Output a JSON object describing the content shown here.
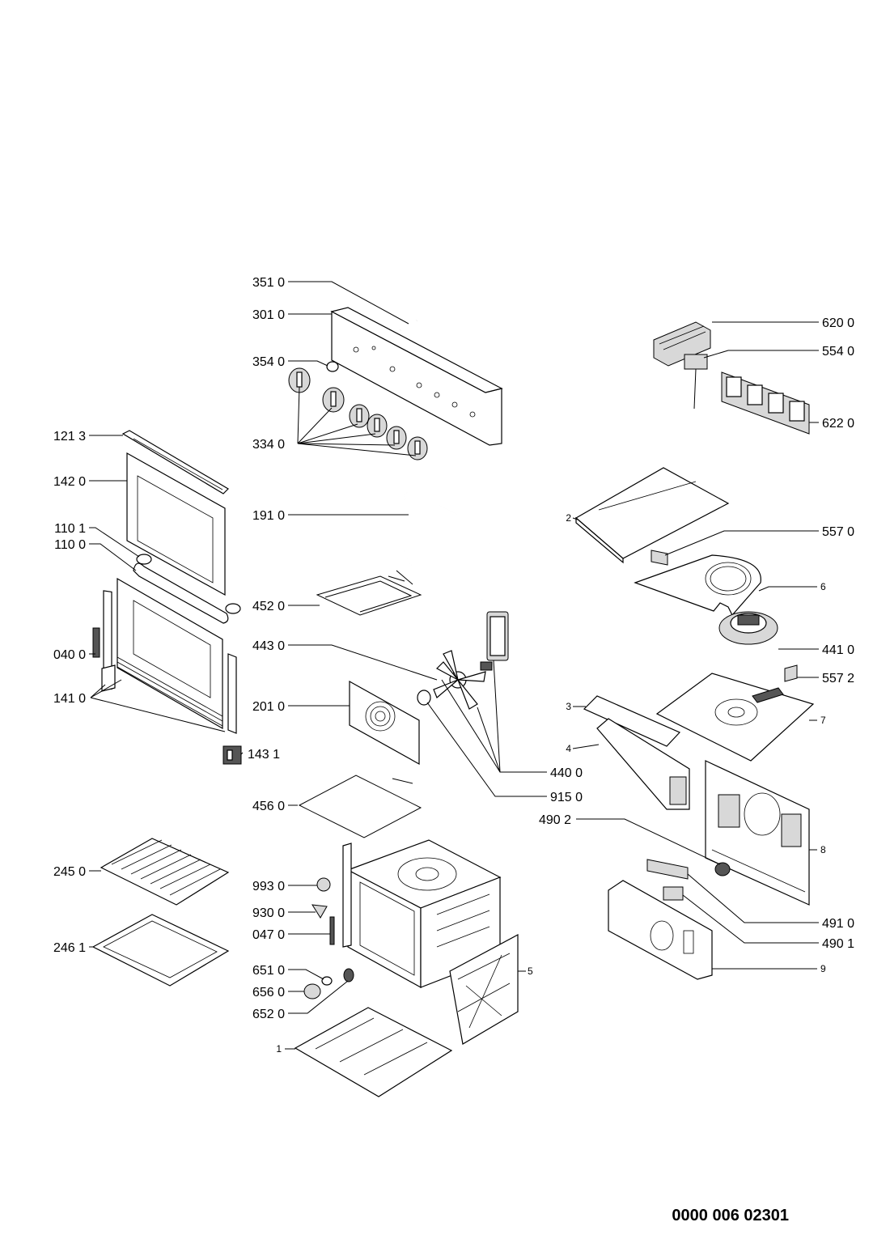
{
  "labels": {
    "l3510": "351 0",
    "l3010": "301 0",
    "l3540": "354 0",
    "l3340": "334 0",
    "l1213": "121 3",
    "l1420": "142 0",
    "l1910": "191 0",
    "l1101": "110 1",
    "l1100": "110 0",
    "l4520": "452 0",
    "l0400": "040 0",
    "l4430": "443 0",
    "l1410": "141 0",
    "l2010": "201 0",
    "l1431": "143 1",
    "l4400": "440 0",
    "l9150": "915 0",
    "l4560": "456 0",
    "l4902": "490 2",
    "l2450": "245 0",
    "l9930": "993 0",
    "l9300": "930 0",
    "l0470": "047 0",
    "l2461": "246 1",
    "l6510": "651 0",
    "l6560": "656 0",
    "l6520": "652 0",
    "l6200": "620 0",
    "l5540": "554 0",
    "l6220": "622 0",
    "l5570": "557 0",
    "l4410": "441 0",
    "l5572": "557 2",
    "l4910": "491 0",
    "l4901": "490 1",
    "n1": "1",
    "n2": "2",
    "n3": "3",
    "n4": "4",
    "n5": "5",
    "n6": "6",
    "n7": "7",
    "n8": "8",
    "n9": "9"
  },
  "document_code": "0000 006 02301"
}
